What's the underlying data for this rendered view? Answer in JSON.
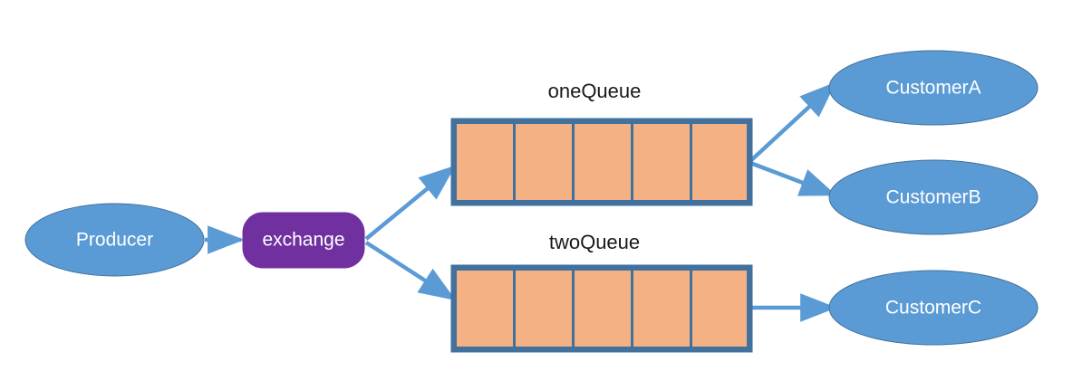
{
  "diagram": {
    "title": "RabbitMQ exchange fanout topology",
    "background": "#ffffff",
    "colors": {
      "ellipse_fill": "#5B9BD5",
      "ellipse_stroke": "#41719C",
      "exchange_fill": "#7030A0",
      "exchange_stroke": "#7030A0",
      "queue_cell_fill": "#F4B183",
      "queue_border": "#41719C",
      "arrow": "#5B9BD5",
      "label_text": "#1a1a1a",
      "node_text": "#ffffff"
    },
    "producer": {
      "label": "Producer",
      "shape": "ellipse"
    },
    "exchange": {
      "label": "exchange",
      "shape": "rounded-rectangle"
    },
    "queues": [
      {
        "name": "oneQueue",
        "title": "oneQueue",
        "cells": 5,
        "cell_labels": [
          "",
          "",
          "",
          "",
          ""
        ]
      },
      {
        "name": "twoQueue",
        "title": "twoQueue",
        "cells": 5,
        "cell_labels": [
          "",
          "",
          "",
          "",
          ""
        ]
      }
    ],
    "consumers": [
      {
        "label": "CustomerA",
        "shape": "ellipse"
      },
      {
        "label": "CustomerB",
        "shape": "ellipse"
      },
      {
        "label": "CustomerC",
        "shape": "ellipse"
      }
    ],
    "connections": [
      {
        "from": "Producer",
        "to": "exchange",
        "style": "arrow"
      },
      {
        "from": "exchange",
        "to": "oneQueue",
        "style": "arrow"
      },
      {
        "from": "exchange",
        "to": "twoQueue",
        "style": "arrow"
      },
      {
        "from": "oneQueue",
        "to": "CustomerA",
        "style": "arrow"
      },
      {
        "from": "oneQueue",
        "to": "CustomerB",
        "style": "arrow"
      },
      {
        "from": "twoQueue",
        "to": "CustomerC",
        "style": "arrow"
      }
    ]
  }
}
